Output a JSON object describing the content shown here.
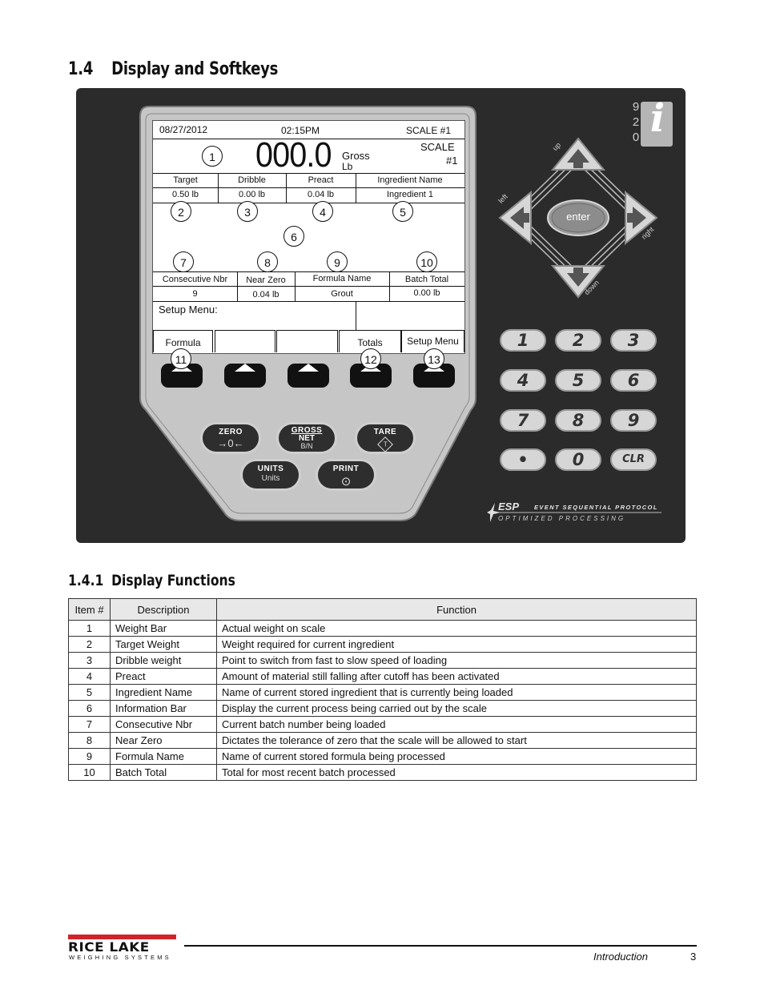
{
  "heading": {
    "number": "1.4",
    "title": "Display and Softkeys"
  },
  "subheading": {
    "number": "1.4.1",
    "title": "Display Functions"
  },
  "lcd": {
    "date": "08/27/2012",
    "time": "02:15PM",
    "scale_label": "SCALE #1",
    "weight": "000.0",
    "gross": "Gross",
    "unit": "Lb",
    "scale_word": "SCALE",
    "scale_num": "#1",
    "top_headers": [
      "Target",
      "Dribble",
      "Preact",
      "Ingredient Name"
    ],
    "top_values": [
      "0.50 lb",
      "0.00 lb",
      "0.04 lb",
      "Ingredient 1"
    ],
    "bottom_headers": [
      "Consecutive Nbr",
      "Near Zero",
      "Formula Name",
      "Batch Total"
    ],
    "bottom_values": [
      "9",
      "0.04 lb",
      "Grout",
      "0.00 lb"
    ],
    "info_text": "Setup Menu:",
    "softkeys": [
      "Formula",
      "",
      "",
      "Totals",
      "Setup Menu"
    ]
  },
  "callouts": [
    "1",
    "2",
    "3",
    "4",
    "5",
    "6",
    "7",
    "8",
    "9",
    "10",
    "11",
    "12",
    "13"
  ],
  "device": {
    "model_digits": [
      "9",
      "2",
      "0"
    ],
    "model_letter": "i",
    "enter_label": "enter",
    "arrow_labels": {
      "up": "up",
      "left": "left",
      "right": "right",
      "down": "down"
    },
    "keypad": [
      "1",
      "2",
      "3",
      "4",
      "5",
      "6",
      "7",
      "8",
      "9",
      "•",
      "0",
      "CLR"
    ],
    "func_keys": {
      "zero": {
        "label": "ZERO",
        "sym": "→0←"
      },
      "gross": {
        "label": "GROSS",
        "sub": "NET",
        "sym": "B/N"
      },
      "tare": {
        "label": "TARE",
        "sym": "T"
      },
      "units": {
        "label": "UNITS",
        "sym": "Units"
      },
      "print": {
        "label": "PRINT",
        "sym": "⊙"
      }
    },
    "esp_title": "ESP",
    "esp_line1": "EVENT SEQUENTIAL PROTOCOL",
    "esp_line2": "OPTIMIZED PROCESSING"
  },
  "table": {
    "headers": [
      "Item #",
      "Description",
      "Function"
    ],
    "rows": [
      [
        "1",
        "Weight Bar",
        "Actual weight on scale"
      ],
      [
        "2",
        "Target Weight",
        "Weight required for current ingredient"
      ],
      [
        "3",
        "Dribble weight",
        "Point to switch from fast to slow speed of loading"
      ],
      [
        "4",
        "Preact",
        "Amount of material still falling after cutoff has been activated"
      ],
      [
        "5",
        "Ingredient Name",
        "Name of current stored ingredient that is currently being loaded"
      ],
      [
        "6",
        "Information Bar",
        "Display the current process being carried out by the scale"
      ],
      [
        "7",
        "Consecutive Nbr",
        "Current batch number being loaded"
      ],
      [
        "8",
        "Near Zero",
        "Dictates the tolerance of zero that the scale will be allowed to start"
      ],
      [
        "9",
        "Formula Name",
        "Name of current stored formula being processed"
      ],
      [
        "10",
        "Batch Total",
        "Total for most recent batch processed"
      ]
    ]
  },
  "footer": {
    "logo_main": "RICE LAKE",
    "logo_sub": "WEIGHING SYSTEMS",
    "section": "Introduction",
    "page": "3"
  },
  "colors": {
    "panel": "#2b2b2b",
    "shell": "#c9c9c9",
    "logo_red": "#d2232a"
  }
}
